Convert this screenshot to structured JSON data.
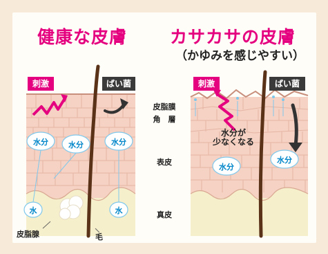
{
  "titles": {
    "left": "健康な皮膚",
    "right": "カサカサの皮膚",
    "right_sub": "（かゆみを感じやすい）"
  },
  "tags": {
    "left_irritant": "刺激",
    "left_bacteria": "ばい菌",
    "right_irritant": "刺激",
    "right_bacteria": "ばい菌"
  },
  "center_labels": {
    "sebum_film": "皮脂膜",
    "stratum_corneum": "角　層",
    "epidermis": "表皮",
    "dermis": "真皮"
  },
  "left_diagram": {
    "water_1": "水分",
    "water_2": "水分",
    "water_3": "水分",
    "water_small_1": "水",
    "water_small_2": "水",
    "sebaceous_gland": "皮脂腺",
    "hair": "毛"
  },
  "right_diagram": {
    "water_note_line1": "水分が",
    "water_note_line2": "少なくなる",
    "water_1": "水分",
    "water_2": "水分"
  },
  "colors": {
    "accent_pink": "#e4007f",
    "dark_tag": "#3a3a3a",
    "water_blue": "#0086c9",
    "hair_brown": "#5a3218"
  }
}
